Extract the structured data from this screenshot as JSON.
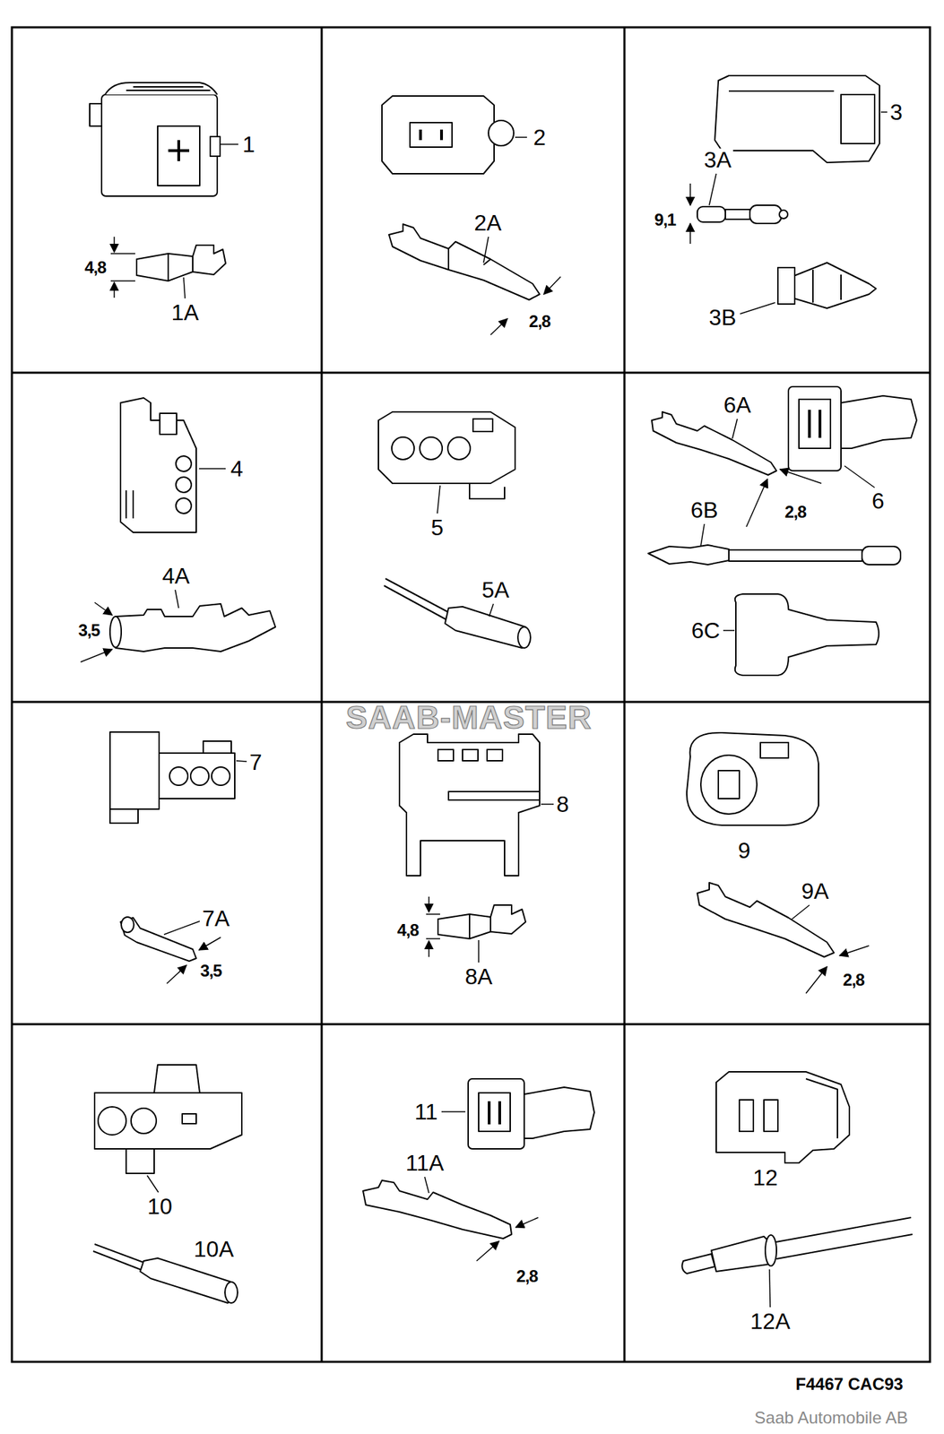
{
  "diagram": {
    "labels": [
      "1",
      "4,8",
      "1A",
      "2",
      "2A",
      "2,8",
      "3",
      "3A",
      "9,1",
      "3B",
      "4",
      "4A",
      "3,5",
      "5",
      "5A",
      "6A",
      "6",
      "6B",
      "2,8",
      "6C",
      "SAAB-MASTER",
      "7",
      "8",
      "9",
      "9A",
      "7A",
      "4,8",
      "8A",
      "3,5",
      "2,8",
      "10",
      "11",
      "11A",
      "12",
      "10A",
      "2,8",
      "12A",
      "F4467 CAC93",
      "Saab Automobile AB"
    ]
  }
}
